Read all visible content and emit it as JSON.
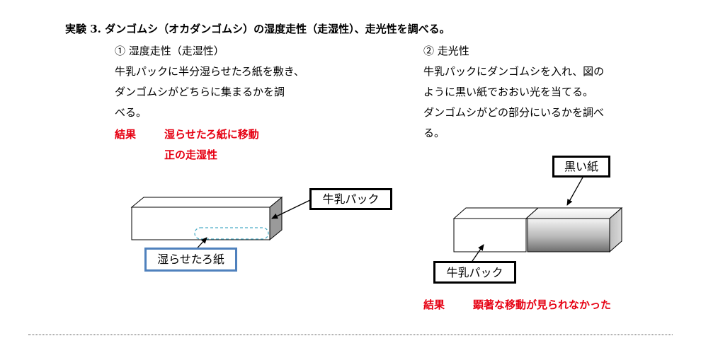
{
  "heading": "実験 3.  ダンゴムシ（オカダンゴムシ）の湿度走性（走湿性）、走光性を調べる。",
  "left": {
    "title": "①  湿度走性（走湿性）",
    "lines": [
      "牛乳パックに半分湿らせたろ紙を敷き、",
      "ダンゴムシがどちらに集まるかを調",
      "べる。"
    ],
    "result_label": "結果",
    "result_lines": [
      "湿らせたろ紙に移動",
      "正の走湿性"
    ],
    "label_pack": "牛乳パック",
    "label_paper": "湿らせたろ紙"
  },
  "right": {
    "title": "②  走光性",
    "lines": [
      "牛乳パックにダンゴムシを入れ、図の",
      "ように黒い紙でおおい光を当てる。",
      "ダンゴムシがどの部分にいるかを調べ",
      "る。"
    ],
    "label_black": "黒い紙",
    "label_pack": "牛乳パック",
    "result_label": "結果",
    "result_text": "顕著な移動が見られなかった"
  },
  "colors": {
    "result_red": "#e60012",
    "dashed_blue": "#4bacc6",
    "label_blue_border": "#4f81bd"
  }
}
